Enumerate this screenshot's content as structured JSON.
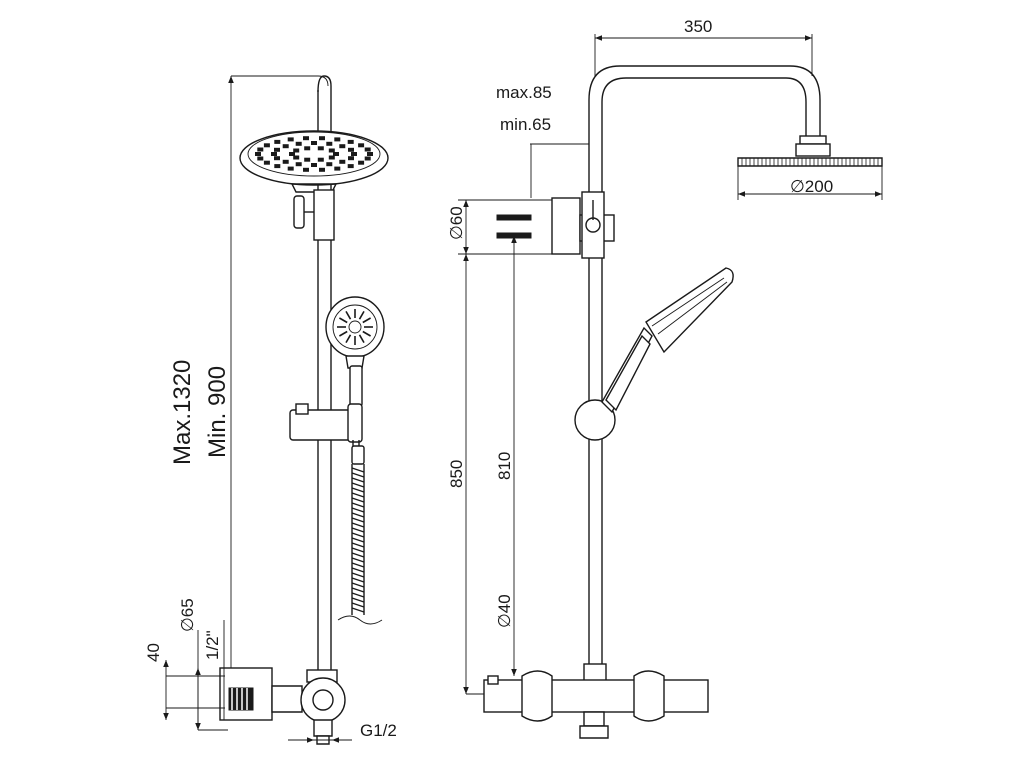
{
  "dimensions": {
    "top_width": "350",
    "arm_max": "max.85",
    "arm_min": "min.65",
    "head_diameter": "∅200",
    "body_diameter": "∅60",
    "height_850": "850",
    "height_810": "810",
    "inlet_diameter_40": "∅40",
    "max_height": "Max.1320",
    "min_height": "Min.  900",
    "dim_40": "40",
    "dim_65": "∅65",
    "thread_half": "1/2\"",
    "outlet_thread": "G1/2"
  }
}
